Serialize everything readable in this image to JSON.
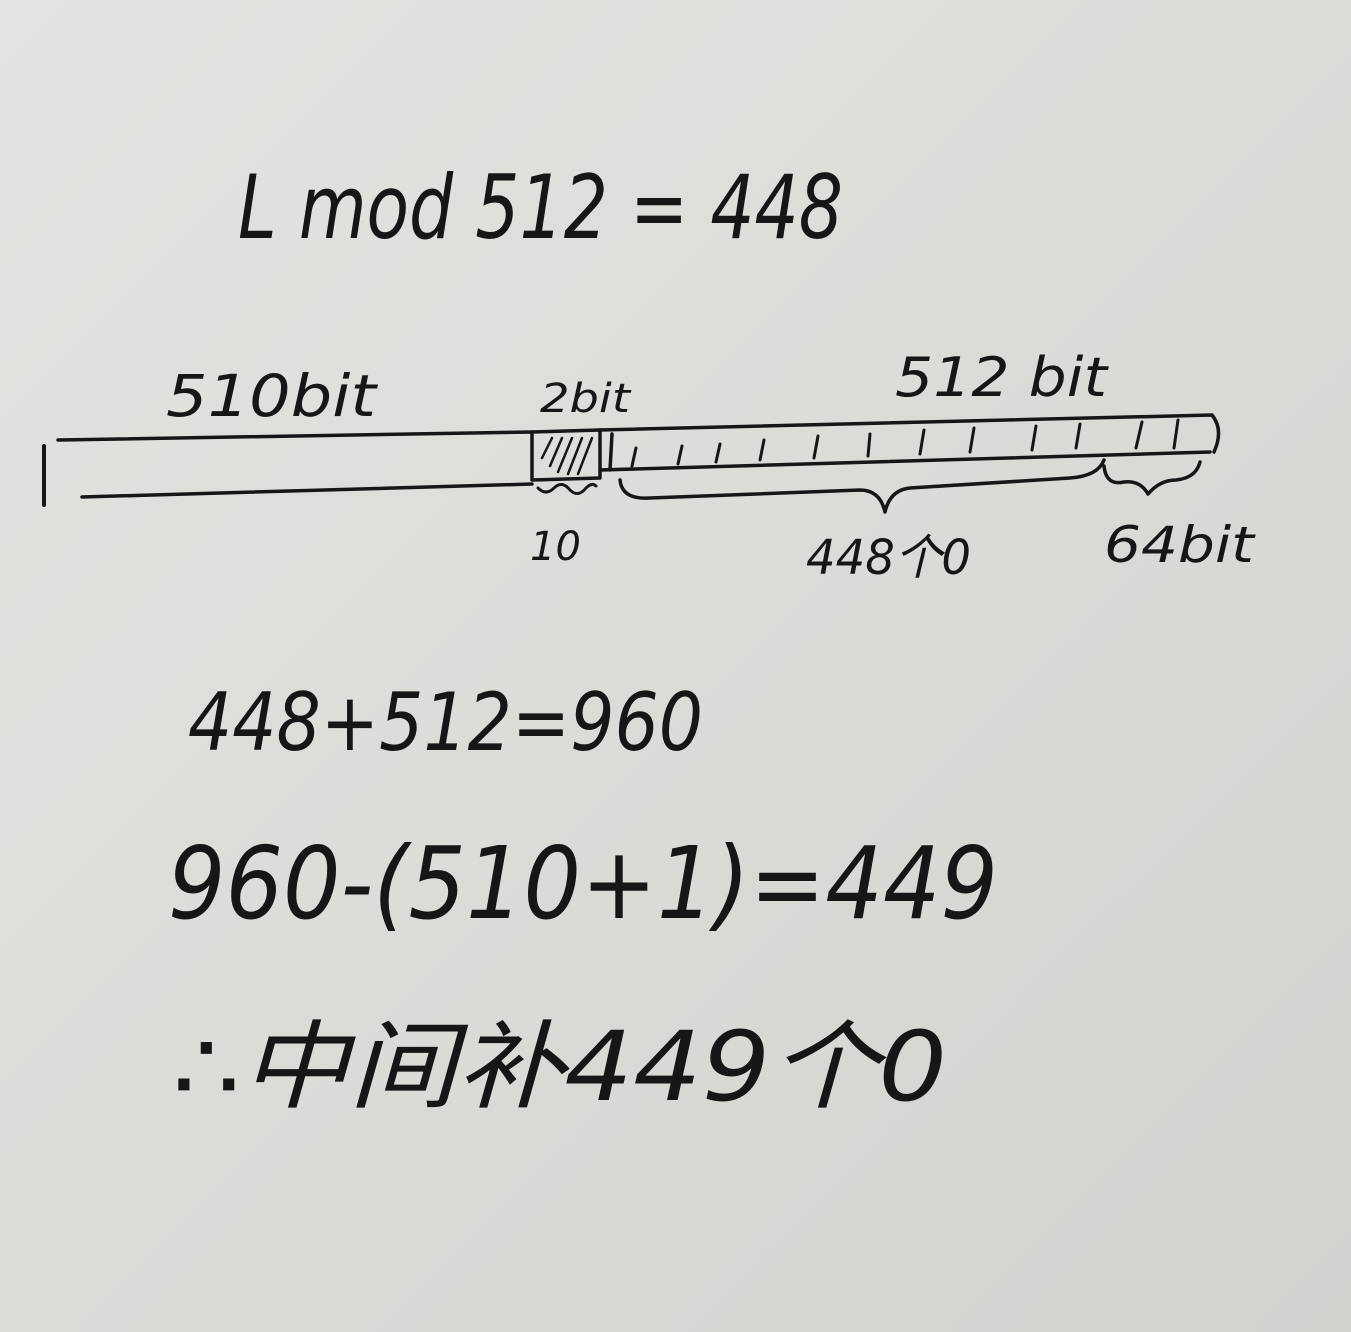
{
  "equation_top": "L mod 512 = 448",
  "diagram": {
    "label_510bit": "510bit",
    "label_2bit": "2bit",
    "label_512bit": "512 bit",
    "label_10": "10",
    "label_448_zeros": "448个0",
    "label_64bit": "64bit"
  },
  "calc_line_1": "448+512=960",
  "calc_line_2": "960-(510+1)=449",
  "conclusion": "∴中间补449个0",
  "colors": {
    "ink": "#161616",
    "paper": "#dcdcd9"
  }
}
